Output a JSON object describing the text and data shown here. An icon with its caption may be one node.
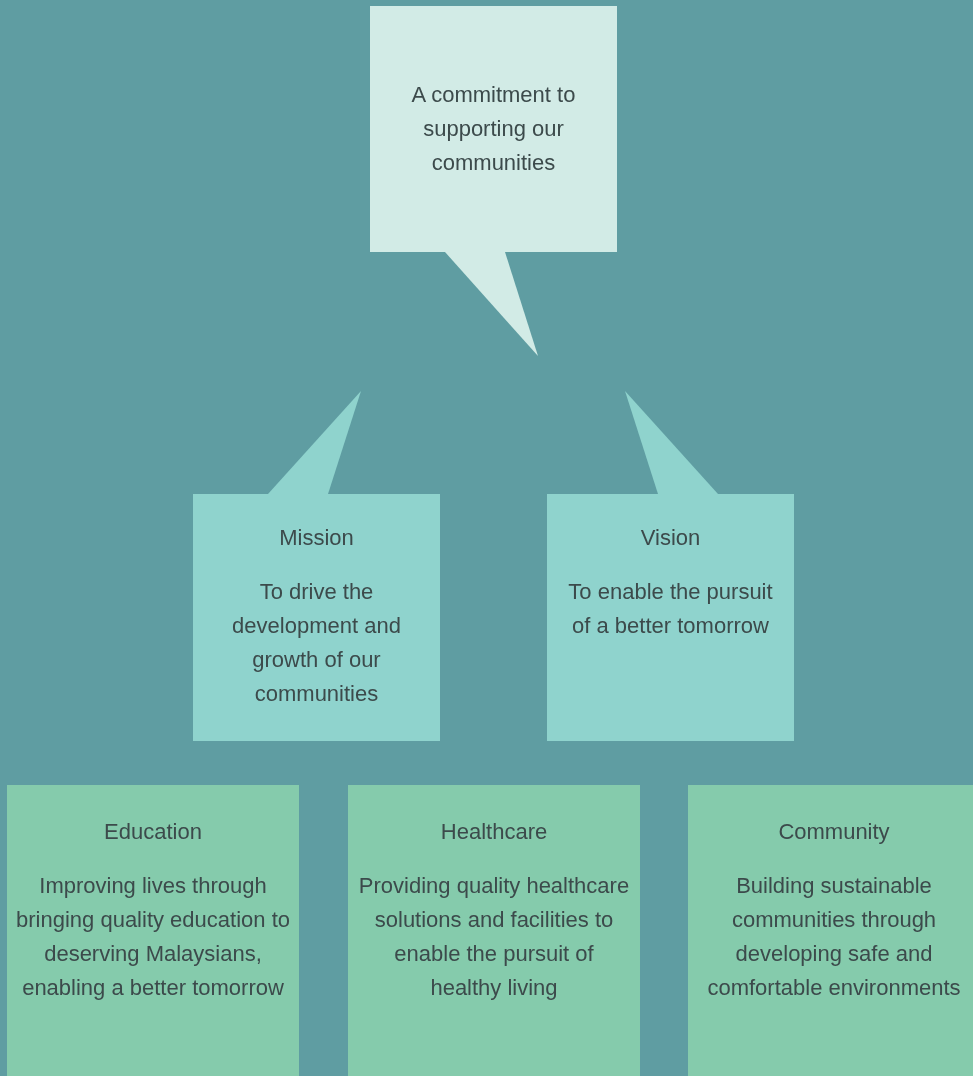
{
  "diagram": {
    "nodes": [
      {
        "text": [
          "A commitment to supporting our communities"
        ]
      },
      {
        "text": [
          "Mission",
          "To drive the development and growth of our communities"
        ]
      },
      {
        "text": [
          "Vision",
          "To enable the pursuit of a better tomorrow"
        ]
      },
      {
        "text": [
          "Education",
          "Improving lives through bringing quality education to deserving Malaysians, enabling a better tomorrow"
        ]
      },
      {
        "text": [
          "Healthcare",
          "Providing quality healthcare solutions and facilities to enable the pursuit of healthy living"
        ]
      },
      {
        "text": [
          "Community",
          "Building sustainable communities through developing safe and comfortable environments"
        ]
      }
    ]
  }
}
